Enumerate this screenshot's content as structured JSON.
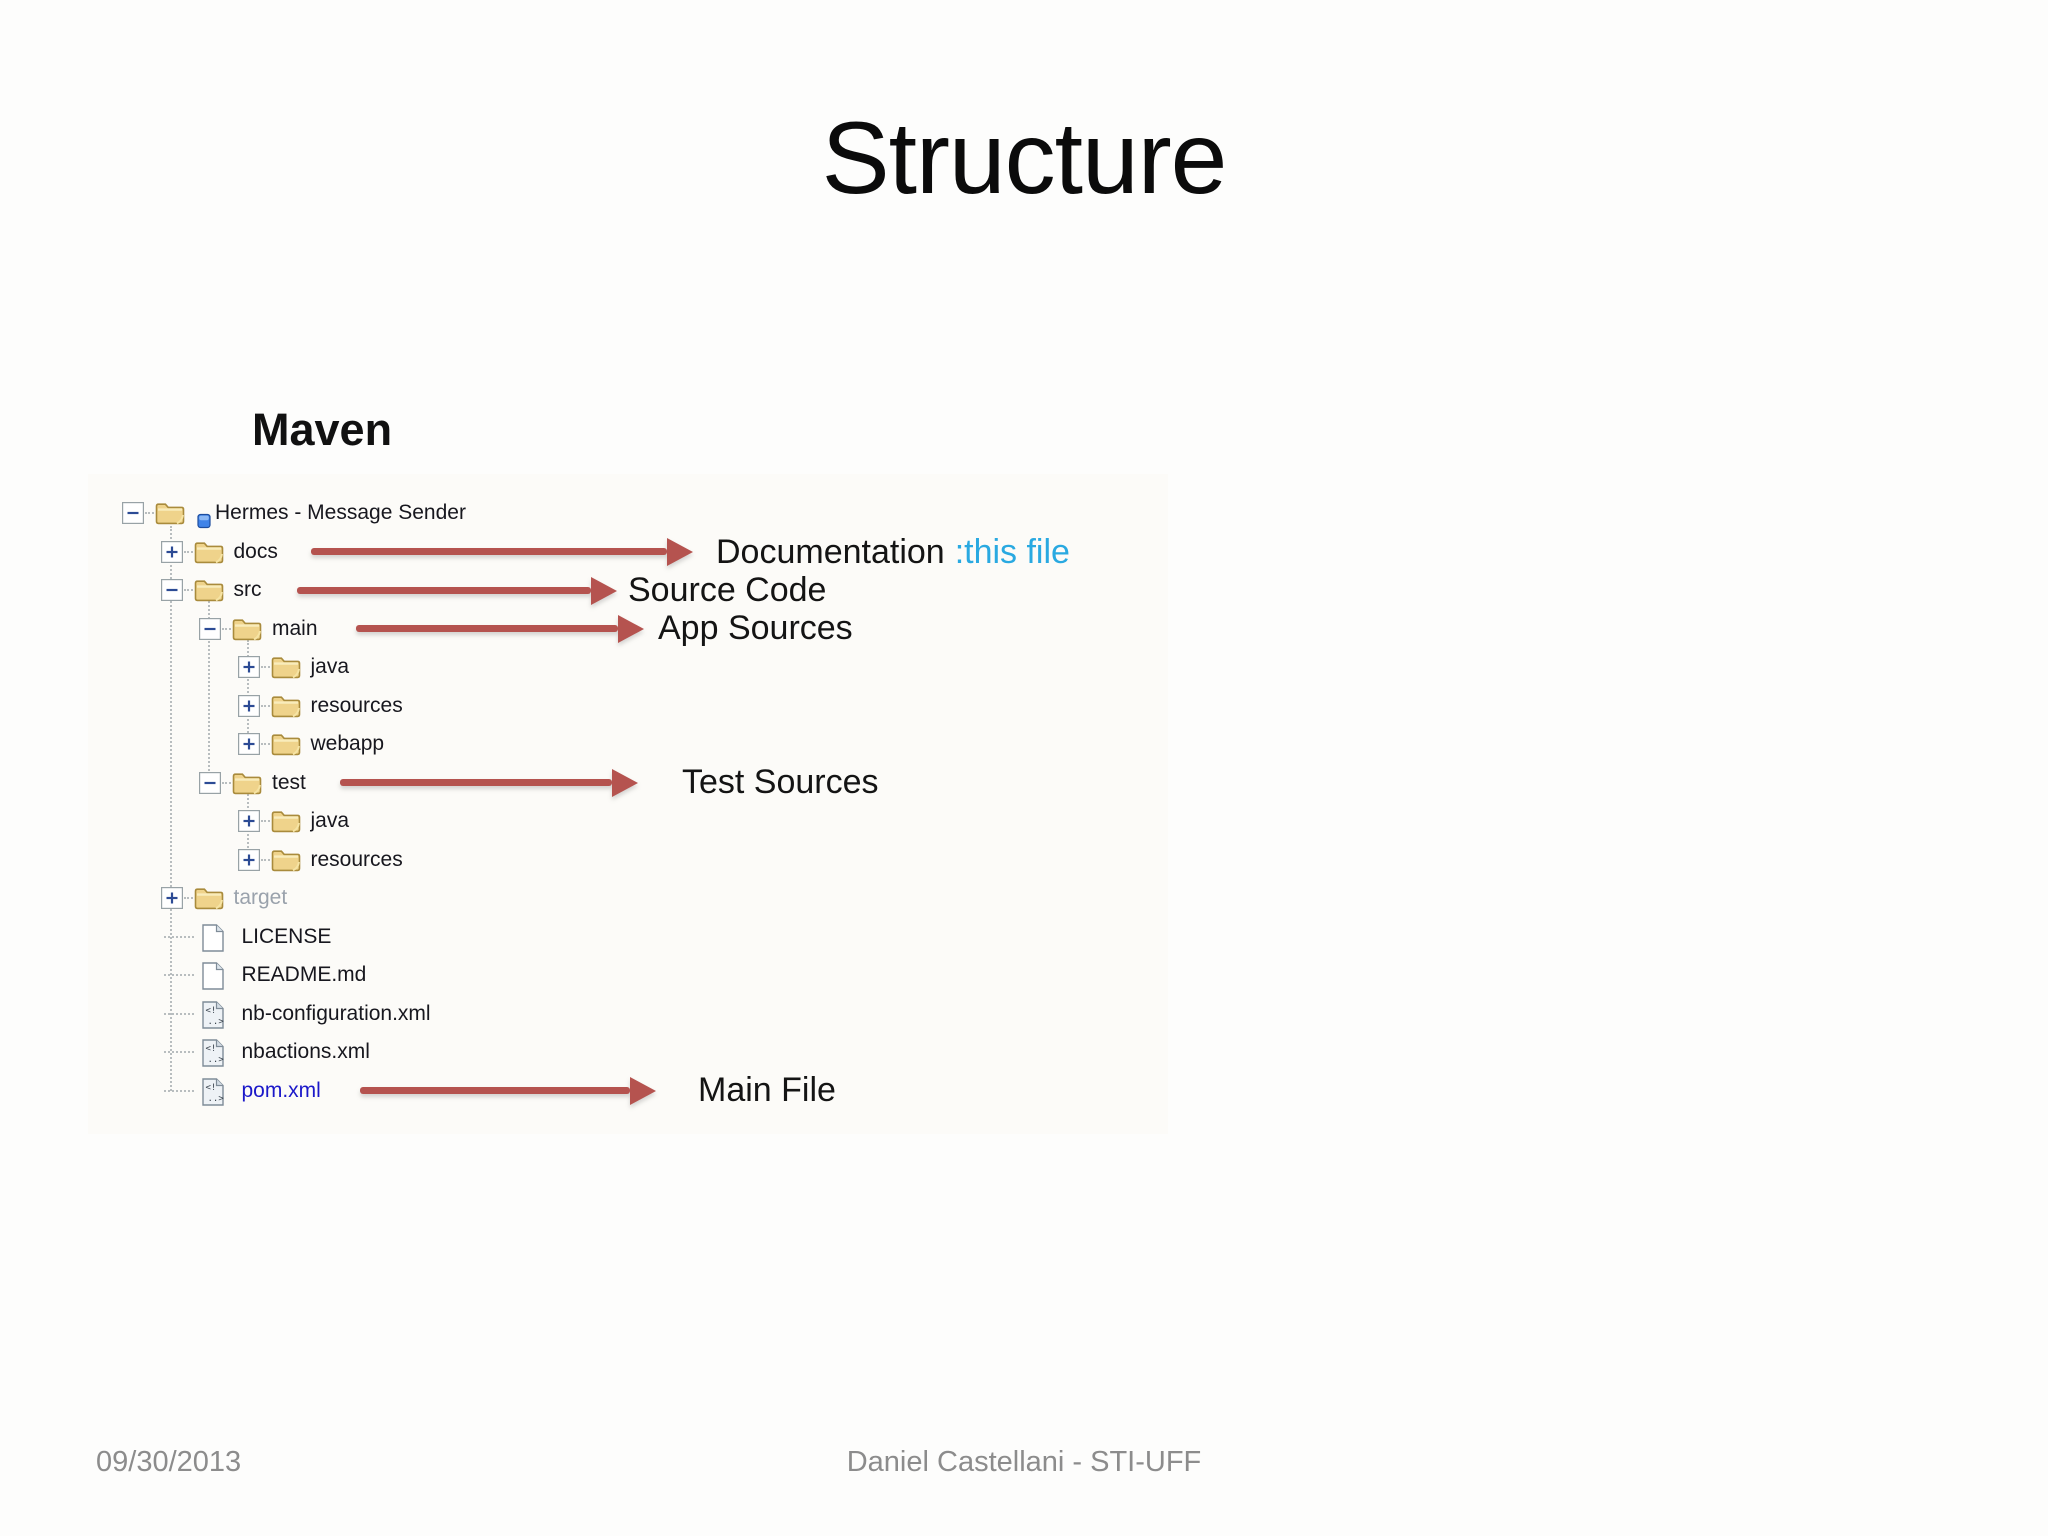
{
  "slide": {
    "title": "Structure",
    "section_heading": "Maven",
    "footer": {
      "date": "09/30/2013",
      "author": "Daniel Castellani - STI-UFF"
    }
  },
  "colors": {
    "arrow": "#b5534f",
    "accent_text": "#29a9e1",
    "link_text": "#1b18c9",
    "muted_text": "#9aa2ac",
    "folder_fill": "#efd38b",
    "folder_stroke": "#a98b3c"
  },
  "tree": {
    "items": [
      {
        "label": "Hermes - Message Sender",
        "depth": 0,
        "expand": "minus",
        "icon": "project-folder"
      },
      {
        "label": "docs",
        "depth": 1,
        "expand": "plus",
        "icon": "folder"
      },
      {
        "label": "src",
        "depth": 1,
        "expand": "minus",
        "icon": "folder"
      },
      {
        "label": "main",
        "depth": 2,
        "expand": "minus",
        "icon": "folder"
      },
      {
        "label": "java",
        "depth": 3,
        "expand": "plus",
        "icon": "folder"
      },
      {
        "label": "resources",
        "depth": 3,
        "expand": "plus",
        "icon": "folder"
      },
      {
        "label": "webapp",
        "depth": 3,
        "expand": "plus",
        "icon": "folder"
      },
      {
        "label": "test",
        "depth": 2,
        "expand": "minus",
        "icon": "folder"
      },
      {
        "label": "java",
        "depth": 3,
        "expand": "plus",
        "icon": "folder"
      },
      {
        "label": "resources",
        "depth": 3,
        "expand": "plus",
        "icon": "folder"
      },
      {
        "label": "target",
        "depth": 1,
        "expand": "plus",
        "icon": "folder",
        "muted": true
      },
      {
        "label": "LICENSE",
        "depth": 1,
        "expand": null,
        "icon": "file"
      },
      {
        "label": "README.md",
        "depth": 1,
        "expand": null,
        "icon": "file"
      },
      {
        "label": "nb-configuration.xml",
        "depth": 1,
        "expand": null,
        "icon": "xml-file"
      },
      {
        "label": "nbactions.xml",
        "depth": 1,
        "expand": null,
        "icon": "xml-file"
      },
      {
        "label": "pom.xml",
        "depth": 1,
        "expand": null,
        "icon": "xml-file",
        "link": true
      }
    ]
  },
  "annotations": [
    {
      "text": "Documentation",
      "accent": ":this file",
      "target": "docs"
    },
    {
      "text": "Source Code",
      "target": "src"
    },
    {
      "text": "App Sources",
      "target": "main"
    },
    {
      "text": "Test Sources",
      "target": "test"
    },
    {
      "text": "Main File",
      "target": "pom.xml"
    }
  ]
}
